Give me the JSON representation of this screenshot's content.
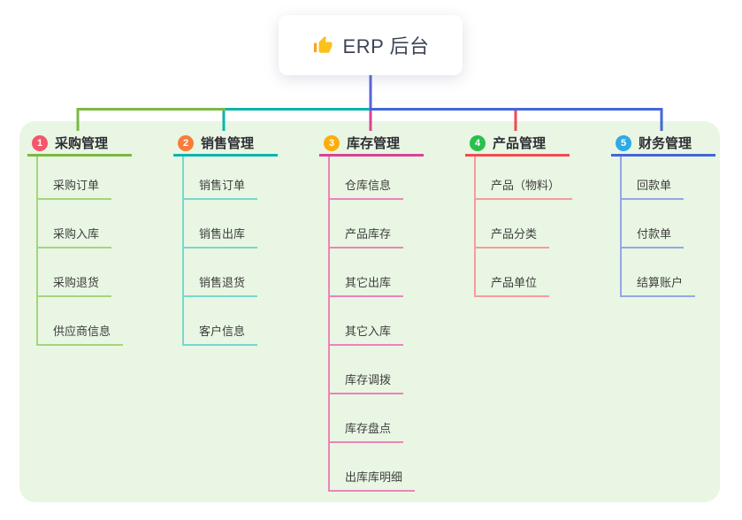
{
  "root": {
    "label": "ERP 后台",
    "icon": "thumbs-up-icon"
  },
  "connectors": {
    "root_line": "#5a62dd",
    "branch1": "#7cb843",
    "branch2": "#0db4ac",
    "branch3": "#d94295",
    "branch4": "#f04b51",
    "branch5": "#4466d8"
  },
  "panel_color": "#e9f6e3",
  "branches": [
    {
      "num": "1",
      "title": "采购管理",
      "badge_color": "#f4566c",
      "line_color": "#7cb843",
      "child_line_color": "#a6d47c",
      "children": [
        "采购订单",
        "采购入库",
        "采购退货",
        "供应商信息"
      ]
    },
    {
      "num": "2",
      "title": "销售管理",
      "badge_color": "#f87d3b",
      "line_color": "#0db4ac",
      "child_line_color": "#79d7cd",
      "children": [
        "销售订单",
        "销售出库",
        "销售退货",
        "客户信息"
      ]
    },
    {
      "num": "3",
      "title": "库存管理",
      "badge_color": "#fcae0c",
      "line_color": "#d94295",
      "child_line_color": "#ec83ba",
      "children": [
        "仓库信息",
        "产品库存",
        "其它出库",
        "其它入库",
        "库存调拨",
        "库存盘点",
        "出库库明细"
      ]
    },
    {
      "num": "4",
      "title": "产品管理",
      "badge_color": "#2bbf4e",
      "line_color": "#f04b51",
      "child_line_color": "#f79ba0",
      "children": [
        "产品（物料）",
        "产品分类",
        "产品单位"
      ]
    },
    {
      "num": "5",
      "title": "财务管理",
      "badge_color": "#2caae8",
      "line_color": "#4466d8",
      "child_line_color": "#93a7e6",
      "children": [
        "回款单",
        "付款单",
        "结算账户"
      ]
    }
  ]
}
